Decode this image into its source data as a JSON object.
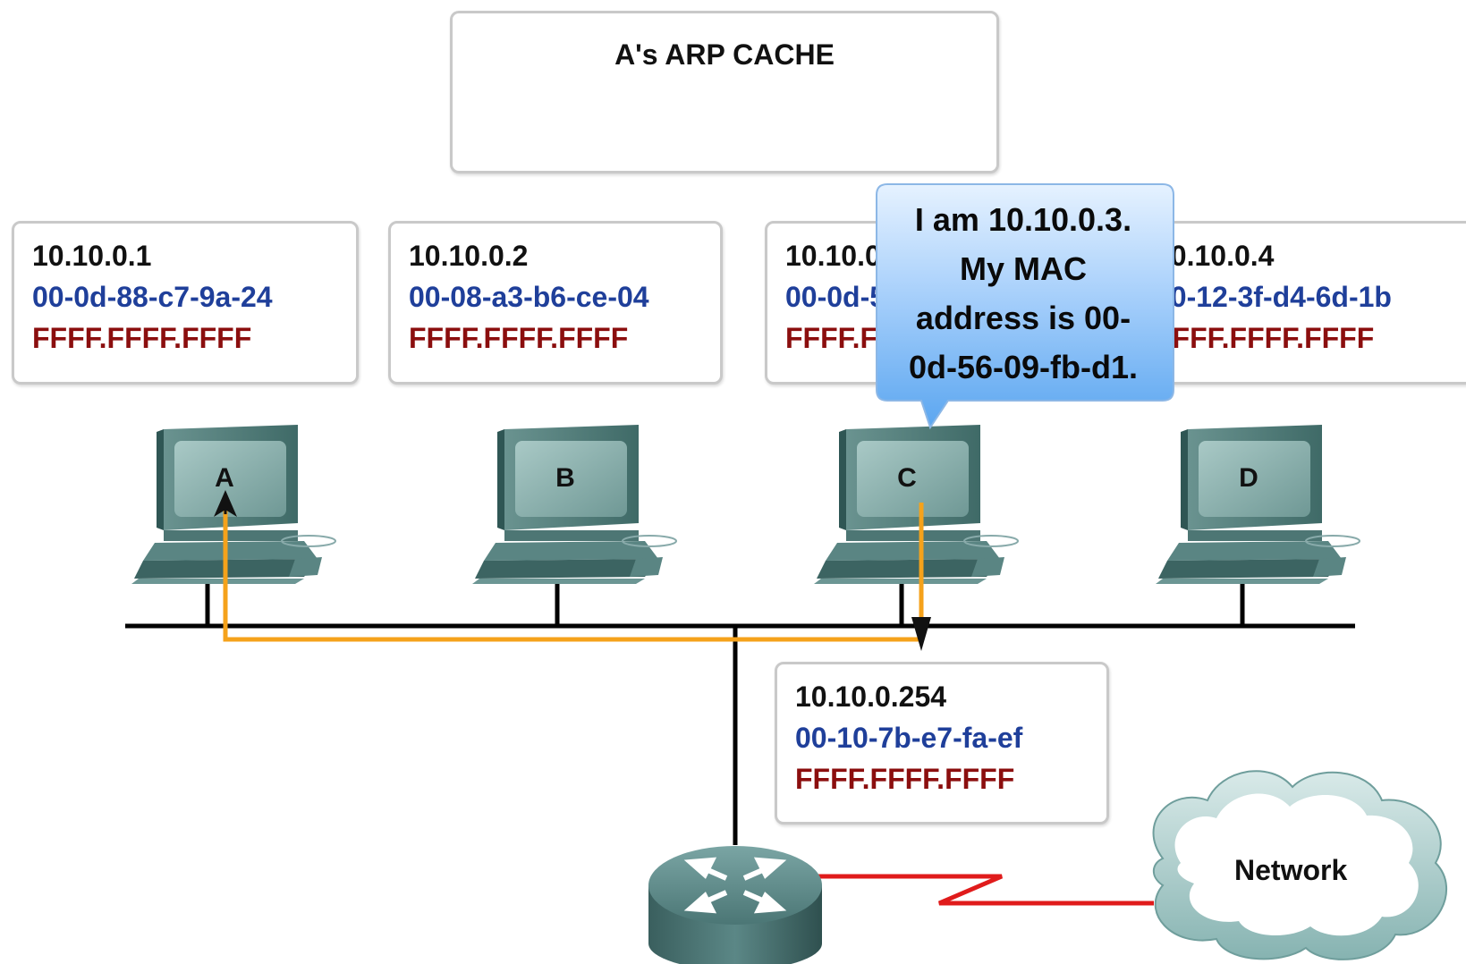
{
  "arp_cache": {
    "title": "A's ARP CACHE"
  },
  "hosts": [
    {
      "label": "A",
      "ip": "10.10.0.1",
      "mac": "00-0d-88-c7-9a-24",
      "broadcast": "FFFF.FFFF.FFFF"
    },
    {
      "label": "B",
      "ip": "10.10.0.2",
      "mac": "00-08-a3-b6-ce-04",
      "broadcast": "FFFF.FFFF.FFFF"
    },
    {
      "label": "C",
      "ip": "10.10.0.3",
      "mac": "00-0d-56-09-fb-d1",
      "broadcast": "FFFF.FFFF.FFFF"
    },
    {
      "label": "D",
      "ip": "10.10.0.4",
      "mac": "00-12-3f-d4-6d-1b",
      "broadcast": "FFFF.FFFF.FFFF"
    }
  ],
  "router": {
    "ip": "10.10.0.254",
    "mac": "00-10-7b-e7-fa-ef",
    "broadcast": "FFFF.FFFF.FFFF"
  },
  "reply_bubble": {
    "line1": "I am 10.10.0.3.",
    "line2": "My MAC",
    "line3": "address is 00-",
    "line4": "0d-56-09-fb-d1."
  },
  "cloud": {
    "label": "Network"
  },
  "colors": {
    "mac": "#1f3f9a",
    "broadcast": "#8b0e0e",
    "reply_path": "#f5a21b",
    "wan_link": "#e01b1b"
  },
  "icons": [
    "computer-icon",
    "router-icon",
    "cloud-icon"
  ]
}
